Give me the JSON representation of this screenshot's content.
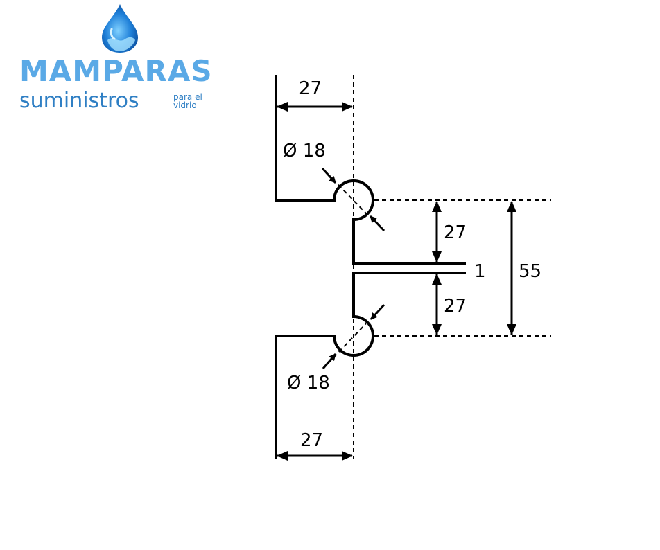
{
  "logo": {
    "brand_name": "MAMPARAS",
    "tagline": "suministros",
    "small_line1": "para el",
    "small_line2": "vidrio",
    "icon": "water-drop-icon",
    "colors": {
      "brand_light": "#5aa9e6",
      "brand_dark": "#2f7fc4"
    }
  },
  "dimensions": {
    "top_width": "27",
    "top_diameter": "Ø 18",
    "upper_gap": "27",
    "glass_thickness": "1",
    "lower_gap": "27",
    "total_height": "55",
    "bottom_diameter": "Ø 18",
    "bottom_width": "27"
  },
  "colors": {
    "line": "#000000"
  }
}
